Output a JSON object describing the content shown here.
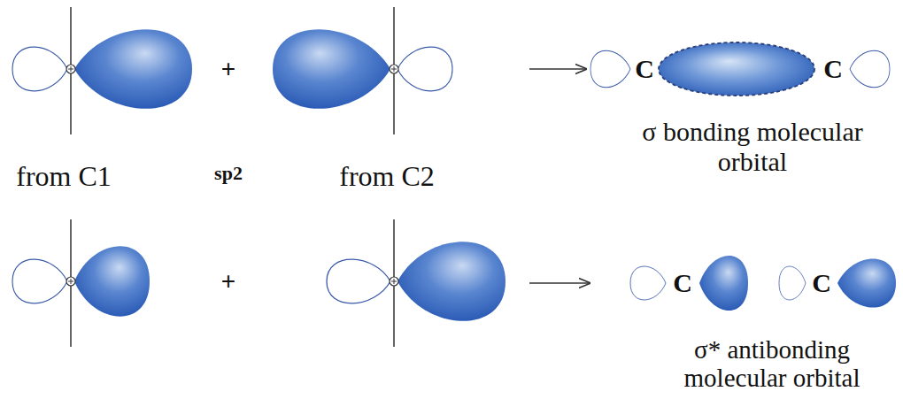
{
  "diagram": {
    "labels": [
      "from C1",
      "sp2",
      "from C2",
      "+",
      "+",
      "C",
      "C",
      "σ bonding molecular orbital",
      "C",
      "C",
      "σ* antibonding molecular orbital"
    ]
  }
}
